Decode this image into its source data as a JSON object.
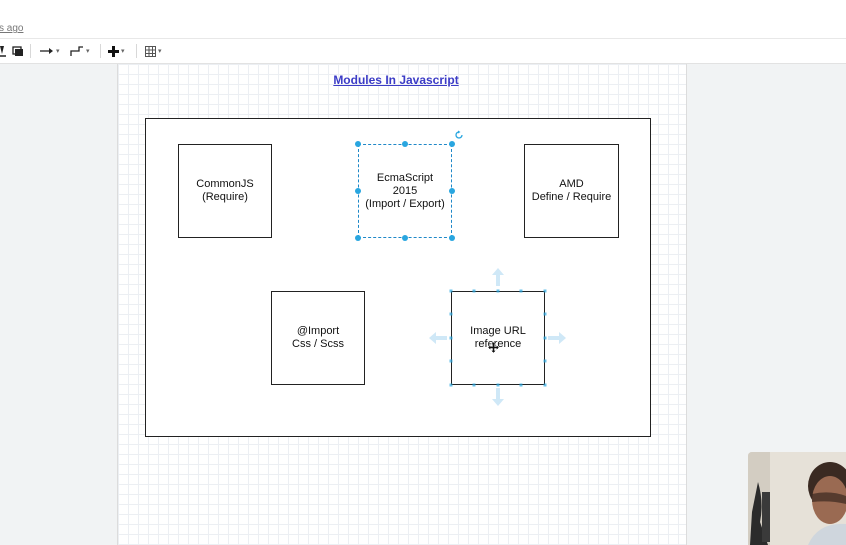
{
  "header": {
    "last_saved": "s ago"
  },
  "toolbar": {
    "items": [
      "edit-style",
      "shadow",
      "connection",
      "waypoints",
      "insert",
      "table"
    ],
    "caret": "▾"
  },
  "diagram": {
    "title": "Modules In Javascript",
    "nodes": [
      {
        "id": "commonjs",
        "label": "CommonJS\n(Require)"
      },
      {
        "id": "ecmascript",
        "label": "EcmaScript\n2015\n(Import / Export)",
        "selected": true
      },
      {
        "id": "amd",
        "label": "AMD\nDefine / Require"
      },
      {
        "id": "import-css",
        "label": "@Import\nCss / Scss"
      },
      {
        "id": "image-url",
        "label": "Image URL\nreference",
        "hovered": true
      }
    ]
  },
  "colors": {
    "selection": "#29a6e0",
    "title_link": "#3b3bc6",
    "grid": "#eceff3"
  },
  "overlay": {
    "webcam": "presenter webcam feed"
  }
}
